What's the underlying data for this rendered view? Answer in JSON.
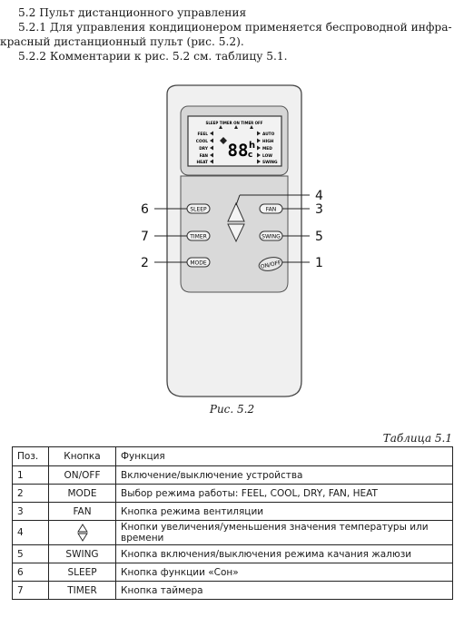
{
  "section": {
    "heading": "5.2 Пульт дистанционного управления",
    "para1_line1": "5.2.1 Для управления кондиционером применяется беспроводной инфра-",
    "para1_line2": "красный дистанционный пульт (рис. 5.2).",
    "para2": "5.2.2 Комментарии к рис. 5.2 см. таблицу 5.1."
  },
  "remote": {
    "lcd_top": "SLEEP TIMER ON TIMER OFF",
    "lcd_left": [
      "FEEL",
      "COOL",
      "DRY",
      "FAN",
      "HEAT"
    ],
    "lcd_right": [
      "AUTO",
      "HIGH",
      "MED",
      "LOW",
      "SWING"
    ],
    "lcd_digits": "88",
    "lcd_unit_h": "h",
    "lcd_unit_c": "c",
    "buttons": {
      "sleep": "SLEEP",
      "timer": "TIMER",
      "mode": "MODE",
      "fan": "FAN",
      "swing": "SWING",
      "onoff": "ON/OFF"
    },
    "callouts": {
      "c1": "1",
      "c2": "2",
      "c3": "3",
      "c4": "4",
      "c5": "5",
      "c6": "6",
      "c7": "7"
    }
  },
  "figure_caption": "Рис. 5.2",
  "table_caption": "Таблица 5.1",
  "table": {
    "headers": [
      "Поз.",
      "Кнопка",
      "Функция"
    ],
    "rows": [
      [
        "1",
        "ON/OFF",
        "Включение/выключение устройства"
      ],
      [
        "2",
        "MODE",
        "Выбор режима работы: FEEL, COOL, DRY, FAN, HEAT"
      ],
      [
        "3",
        "FAN",
        "Кнопка режима вентиляции"
      ],
      [
        "4",
        "",
        "Кнопки увеличения/уменьшения значения температуры или времени"
      ],
      [
        "5",
        "SWING",
        "Кнопка включения/выключения режима качания жалюзи"
      ],
      [
        "6",
        "SLEEP",
        "Кнопка функции «Сон»"
      ],
      [
        "7",
        "TIMER",
        "Кнопка таймера"
      ]
    ]
  }
}
